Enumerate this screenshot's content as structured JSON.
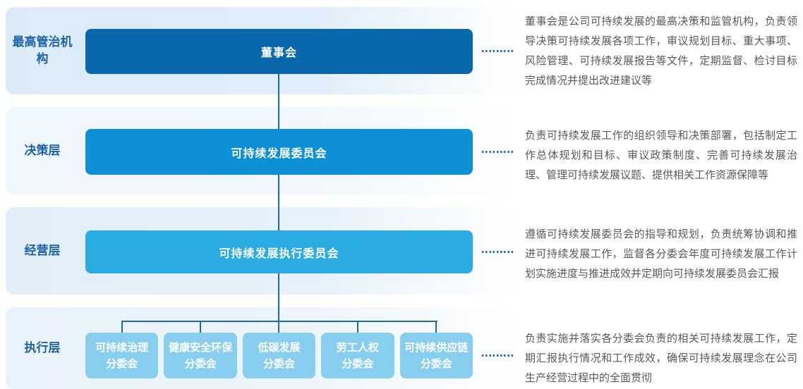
{
  "diagram": {
    "title_hint": "ESG governance structure diagram",
    "colors": {
      "board_box": "#0968ac",
      "committee_box": "#0d90d5",
      "exec_committee_box": "#2aabe2",
      "sub_box": "#87ceef",
      "connector": "#1d6aa6",
      "tier_label_text": "#1c63a7",
      "body_text": "#595959"
    },
    "rows": [
      {
        "label": "最高管治机构",
        "box": "董事会",
        "description": "董事会是公司可持续发展的最高决策和监管机构，负责领导决策可持续发展各项工作，审议规划目标、重大事项、风险管理、可持续发展报告等文件，定期监督、检讨目标完成情况并提出改进建议等"
      },
      {
        "label": "决策层",
        "box": "可持续发展委员会",
        "description": "负责可持续发展工作的组织领导和决策部署，包括制定工作总体规划和目标、审议政策制度、完善可持续发展治理、管理可持续发展议题、提供相关工作资源保障等"
      },
      {
        "label": "经营层",
        "box": "可持续发展执行委员会",
        "description": "遵循可持续发展委员会的指导和规划，负责统筹协调和推进可持续发展工作，监督各分委会年度可持续发展工作计划实施进度与推进成效并定期向可持续发展委员会汇报"
      },
      {
        "label": "执行层",
        "subcommittees": [
          {
            "name": "可持续治理",
            "suffix": "分委会"
          },
          {
            "name": "健康安全环保",
            "suffix": "分委会"
          },
          {
            "name": "低碳发展",
            "suffix": "分委会"
          },
          {
            "name": "劳工人权",
            "suffix": "分委会"
          },
          {
            "name": "可持续供应链",
            "suffix": "分委会"
          }
        ],
        "description": "负责实施并落实各分委会负责的相关可持续发展工作，定期汇报执行情况和工作成效，确保可持续发展理念在公司生产经营过程中的全面贯彻"
      }
    ]
  }
}
